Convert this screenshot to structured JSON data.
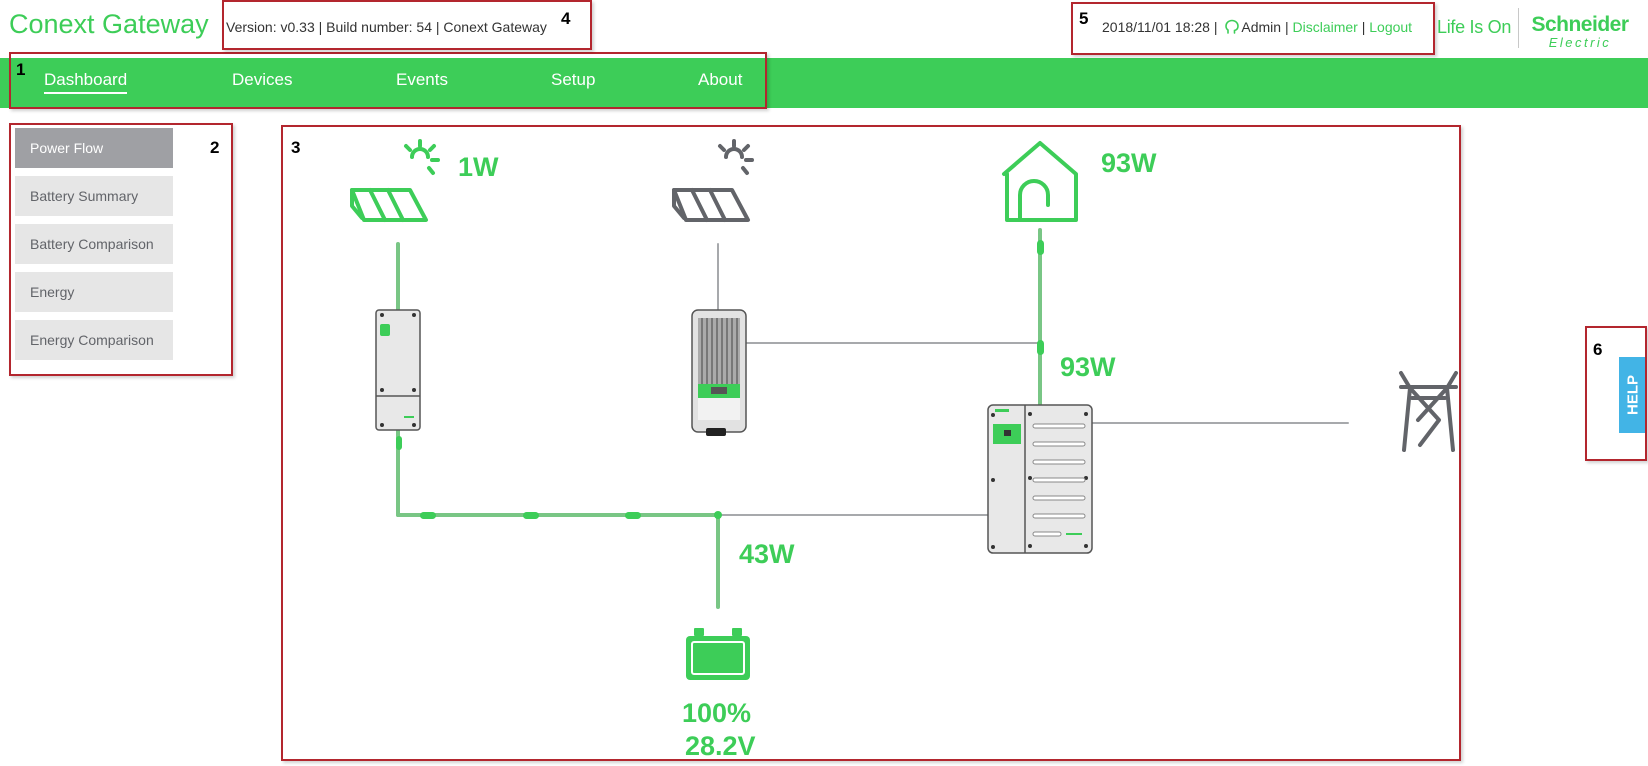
{
  "header": {
    "app_title": "Conext Gateway",
    "version_line": "Version: v0.33 | Build number: 54 | Conext Gateway",
    "datetime": "2018/11/01 18:28",
    "user": "Admin",
    "disclaimer": "Disclaimer",
    "logout": "Logout",
    "sep": "|",
    "tagline": "Life Is On",
    "brand_top": "Schneider",
    "brand_bottom": "Electric"
  },
  "nav": {
    "items": [
      {
        "label": "Dashboard",
        "active": true
      },
      {
        "label": "Devices"
      },
      {
        "label": "Events"
      },
      {
        "label": "Setup"
      },
      {
        "label": "About"
      }
    ]
  },
  "sidebar": {
    "items": [
      {
        "label": "Power Flow",
        "active": true
      },
      {
        "label": "Battery Summary"
      },
      {
        "label": "Battery Comparison"
      },
      {
        "label": "Energy"
      },
      {
        "label": "Energy Comparison"
      }
    ]
  },
  "power_flow": {
    "pv_array_1_power": "1W",
    "load_power": "93W",
    "inverter_ac_power": "93W",
    "battery_power": "43W",
    "battery_soc": "100%",
    "battery_voltage": "28.2V"
  },
  "help": {
    "label": "HELP"
  },
  "callouts": [
    "1",
    "2",
    "3",
    "4",
    "5",
    "6"
  ],
  "colors": {
    "brand_green": "#3dcd58",
    "flow_green": "#79c685",
    "idle_gray": "#a7a9ac",
    "icon_gray": "#626469",
    "callout_red": "#b3262e",
    "help_blue": "#42b4e6"
  }
}
